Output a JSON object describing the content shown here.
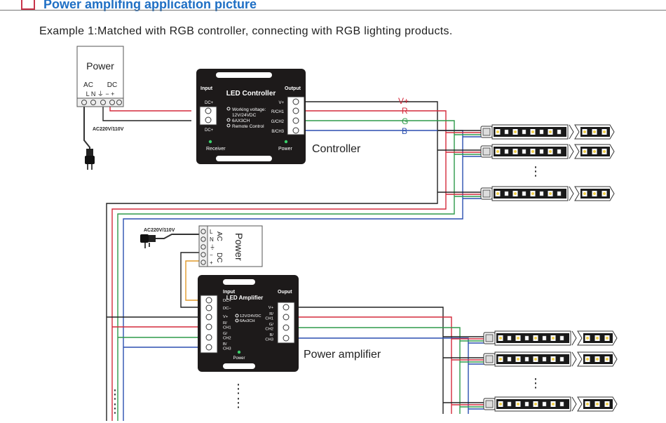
{
  "header": {
    "title": "Power amplifing application picture",
    "subtitle": "Example 1:Matched with RGB controller, connecting with RGB lighting products."
  },
  "power_supply_top": {
    "label": "Power",
    "ac_label": "AC",
    "dc_label": "DC",
    "terminal_labels": "L  N  ⏚  −  +",
    "cable_label": "AC220V/110V"
  },
  "controller": {
    "title": "LED Controller",
    "input_label": "Input",
    "output_label": "Output",
    "dc_plus_top": "DC+",
    "dc_plus_bottom": "DC+",
    "spec_lines": [
      "Working voltage:",
      "12V/24VDC",
      "6AX3CH",
      "Remote Control"
    ],
    "out_channels": [
      "V+",
      "R/CH1",
      "G/CH2",
      "B/CH3"
    ],
    "receiver_label": "Receiver",
    "power_label": "Power",
    "caption": "Controller"
  },
  "signals": {
    "labels": [
      "V+",
      "R",
      "G",
      "B"
    ],
    "colors": [
      "#222222",
      "#d42a3c",
      "#2e9a4a",
      "#2b4fb0"
    ]
  },
  "power_supply_mid": {
    "label": "Power",
    "ac_label": "AC",
    "dc_label": "DC",
    "cable_label": "AC220V/110V",
    "terminal_labels": [
      "L",
      "N",
      "⏚",
      "−",
      "+"
    ]
  },
  "amplifier": {
    "title": "LED Amplifier",
    "input_label": "Input",
    "output_label": "Ouput",
    "in_channels": [
      "DC+",
      "DC−",
      "V+",
      "R/\nCH1",
      "G/\nCH2",
      "B/\nCH3"
    ],
    "spec_lines": [
      "12V/24VDC",
      "6Ax3CH"
    ],
    "out_channels": [
      "V+",
      "R/\nCH1",
      "G/\nCH2",
      "B/\nCH3"
    ],
    "power_label": "Power",
    "caption": "Power amplifier"
  },
  "continuation_glyph": "⋮"
}
